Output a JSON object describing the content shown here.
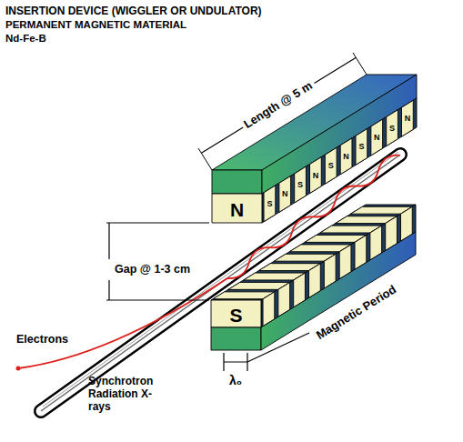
{
  "diagram": {
    "title": "INSERTION DEVICE (WIGGLER OR UNDULATOR)",
    "nodes": [
      {
        "text": [
          "N",
          "S",
          "N",
          "S",
          "N",
          "S",
          "N",
          "S",
          "N",
          "S",
          "N"
        ]
      },
      {
        "text": [
          "S"
        ]
      }
    ],
    "labels": [
      "PERMANENT MAGNETIC MATERIAL",
      "Nd-Fe-B",
      "Length @ 5 m",
      "Gap @ 1-3 cm",
      "Magnetic Period",
      "λ₀",
      "Electrons",
      "Synchrotron Radiation X-rays"
    ]
  }
}
